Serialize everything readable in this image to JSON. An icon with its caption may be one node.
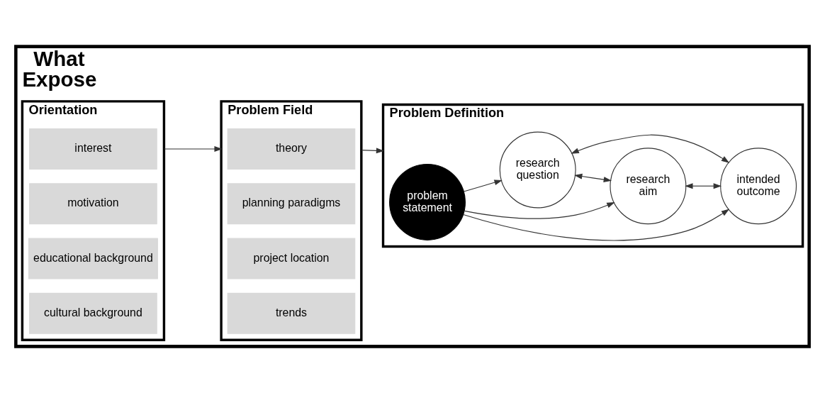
{
  "diagram": {
    "nodes": [
      {
        "text": [
          "What",
          "Expose"
        ]
      },
      {
        "text": [
          "Orientation"
        ],
        "in": 0
      },
      {
        "text": [
          "interest"
        ],
        "in": 1
      },
      {
        "text": [
          "motivation"
        ],
        "in": 1
      },
      {
        "text": [
          "educational background"
        ],
        "in": 1
      },
      {
        "text": [
          "cultural background"
        ],
        "in": 1
      },
      {
        "text": [
          "Problem Field"
        ],
        "in": 0
      },
      {
        "text": [
          "theory"
        ],
        "in": 6
      },
      {
        "text": [
          "planning paradigms"
        ],
        "in": 6
      },
      {
        "text": [
          "project location"
        ],
        "in": 6
      },
      {
        "text": [
          "trends"
        ],
        "in": 6
      },
      {
        "text": [
          "Problem Definition"
        ],
        "in": 0
      },
      {
        "text": [
          "research question"
        ],
        "in": 11
      },
      {
        "text": [
          "problem statement"
        ],
        "in": 11
      },
      {
        "text": [
          "research aim"
        ],
        "in": 11
      },
      {
        "text": [
          "intended outcome"
        ],
        "in": 11
      }
    ],
    "edges": [
      {
        "from": 1,
        "to": 6,
        "arrow": "to"
      },
      {
        "from": 6,
        "to": 11,
        "arrow": "to"
      },
      {
        "from": 13,
        "to": 12,
        "arrow": "to"
      },
      {
        "from": 13,
        "to": 14,
        "arrow": "to"
      },
      {
        "from": 13,
        "to": 15,
        "arrow": "to"
      },
      {
        "from": 12,
        "to": 14,
        "arrow": "both"
      },
      {
        "from": 12,
        "to": 15,
        "arrow": "both"
      },
      {
        "from": 14,
        "to": 15,
        "arrow": "both"
      }
    ]
  }
}
